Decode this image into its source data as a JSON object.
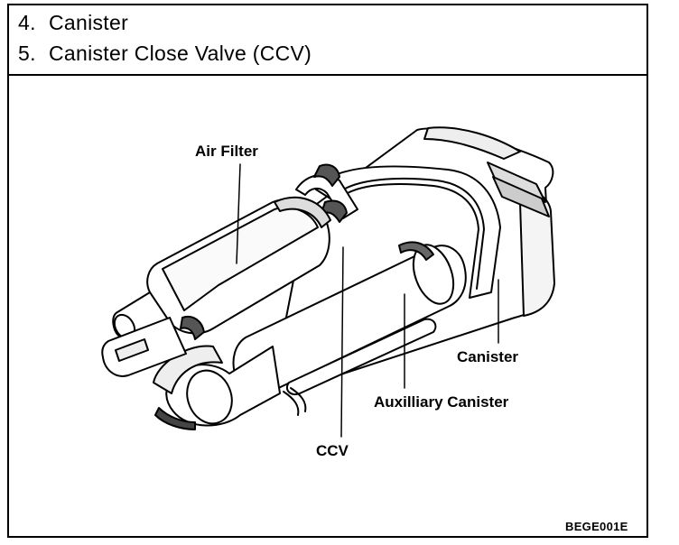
{
  "header": {
    "items": [
      {
        "number": "4.",
        "text": "Canister"
      },
      {
        "number": "5.",
        "text": "Canister Close Valve (CCV)"
      }
    ]
  },
  "figure": {
    "labels": {
      "air_filter": "Air Filter",
      "canister": "Canister",
      "auxiliary_canister": "Auxilliary Canister",
      "ccv": "CCV"
    },
    "code": "BEGE001E"
  }
}
